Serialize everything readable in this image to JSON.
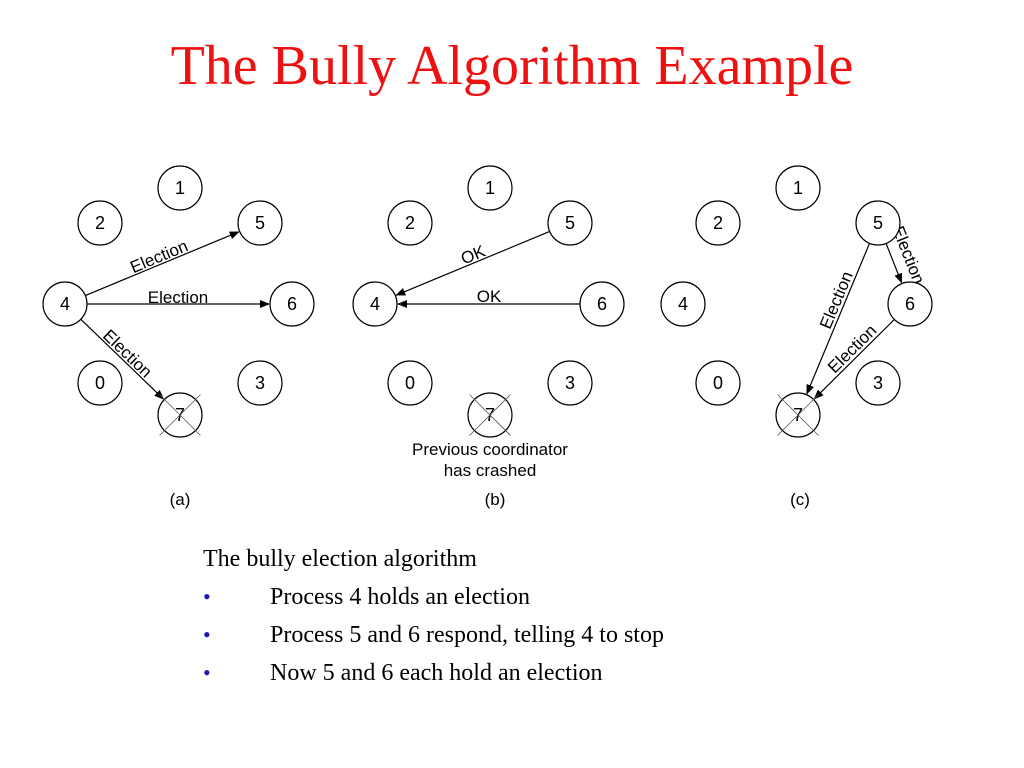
{
  "title": "The Bully Algorithm Example",
  "colors": {
    "title": "#ee1111",
    "bullet": "#1c1cb0",
    "stroke": "#000000"
  },
  "panels": [
    {
      "caption": "(a)",
      "nodes": [
        "1",
        "2",
        "5",
        "4",
        "6",
        "0",
        "3",
        "7"
      ],
      "crashed": "7",
      "edges": [
        {
          "from": "4",
          "to": "5",
          "label": "Election"
        },
        {
          "from": "4",
          "to": "6",
          "label": "Election"
        },
        {
          "from": "4",
          "to": "7",
          "label": "Election"
        }
      ]
    },
    {
      "caption": "(b)",
      "nodes": [
        "1",
        "2",
        "5",
        "4",
        "6",
        "0",
        "3",
        "7"
      ],
      "crashed": "7",
      "note": [
        "Previous coordinator",
        "has crashed"
      ],
      "edges": [
        {
          "from": "5",
          "to": "4",
          "label": "OK"
        },
        {
          "from": "6",
          "to": "4",
          "label": "OK"
        }
      ]
    },
    {
      "caption": "(c)",
      "nodes": [
        "1",
        "2",
        "5",
        "4",
        "6",
        "0",
        "3",
        "7"
      ],
      "crashed": "7",
      "edges": [
        {
          "from": "5",
          "to": "6",
          "label": "Election"
        },
        {
          "from": "5",
          "to": "7",
          "label": "Election"
        },
        {
          "from": "6",
          "to": "7",
          "label": "Election"
        }
      ]
    }
  ],
  "description": {
    "heading": "The bully election algorithm",
    "bullets": [
      "Process 4 holds an election",
      "Process 5 and 6 respond, telling 4 to stop",
      "Now 5 and 6 each hold an election"
    ]
  }
}
